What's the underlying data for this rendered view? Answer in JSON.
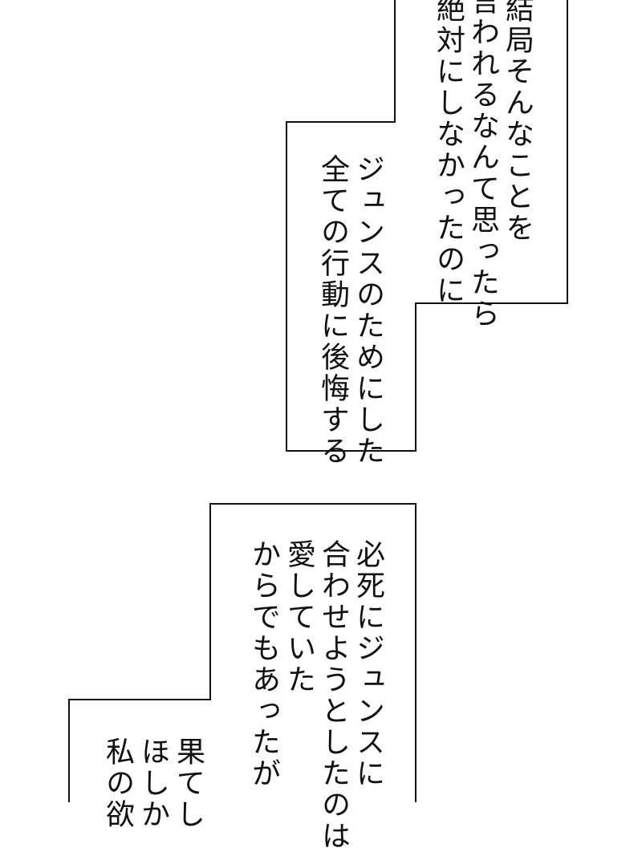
{
  "top_box": {
    "lines": [
      "結局そんなことを",
      "言われるなんて思ったら",
      "絶対にしなかったのに"
    ]
  },
  "middle_box": {
    "lines": [
      "ジュンスのためにした",
      "全ての行動に後悔する"
    ]
  },
  "lower_box": {
    "lines": [
      "必死にジュンスに",
      "合わせようとしたのは",
      "愛していた",
      "からでもあったが"
    ]
  },
  "bottom_box": {
    "lines": [
      "果てし",
      "ほしか",
      "私の欲"
    ]
  }
}
